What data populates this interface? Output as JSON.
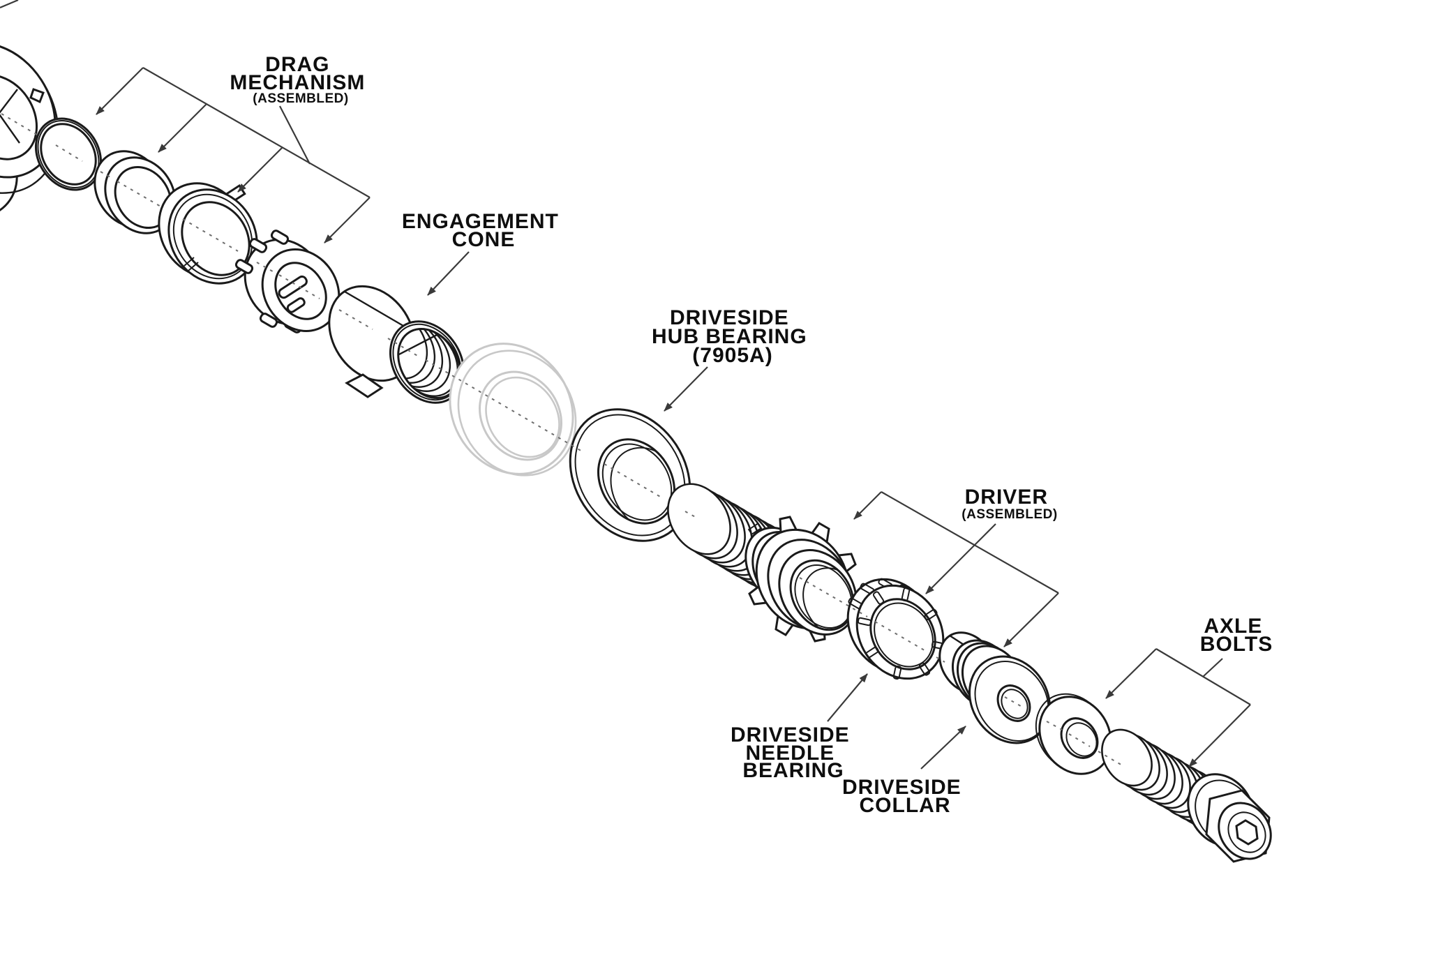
{
  "labels": {
    "drag": {
      "l1": "DRAG",
      "l2": "MECHANISM",
      "l3": "(ASSEMBLED)"
    },
    "cone": {
      "l1": "ENGAGEMENT",
      "l2": "CONE"
    },
    "hub_bearing": {
      "l1": "DRIVESIDE",
      "l2": "HUB BEARING",
      "l3": "(7905A)"
    },
    "driver": {
      "l1": "DRIVER",
      "l2": "(ASSEMBLED)"
    },
    "needle": {
      "l1": "DRIVESIDE",
      "l2": "NEEDLE",
      "l3": "BEARING"
    },
    "collar": {
      "l1": "DRIVESIDE",
      "l2": "COLLAR"
    },
    "axle": {
      "l1": "AXLE",
      "l2": "BOLTS"
    }
  },
  "colors": {
    "background": "#ffffff",
    "part_line": "#1a1a1a",
    "ghost_line": "#c8c8c8",
    "leader_line": "#3a3a3a",
    "axis_line": "#6e6e6e",
    "label_text": "#0e0e0e"
  }
}
